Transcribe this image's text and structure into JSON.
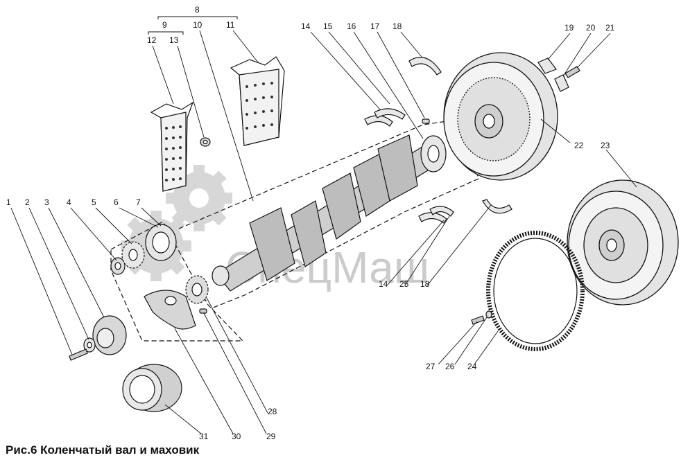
{
  "caption": "Рис.6 Коленчатый вал и маховик",
  "watermark": "СпецМаш",
  "callouts": [
    "1",
    "2",
    "3",
    "4",
    "5",
    "6",
    "7",
    "8",
    "9",
    "10",
    "11",
    "12",
    "13",
    "14",
    "15",
    "16",
    "17",
    "18",
    "19",
    "20",
    "21",
    "22",
    "23",
    "14",
    "25",
    "18",
    "27",
    "26",
    "24",
    "28",
    "29",
    "30",
    "31"
  ],
  "colors": {
    "ink": "#111111",
    "watermark": "#9a9a9a"
  }
}
